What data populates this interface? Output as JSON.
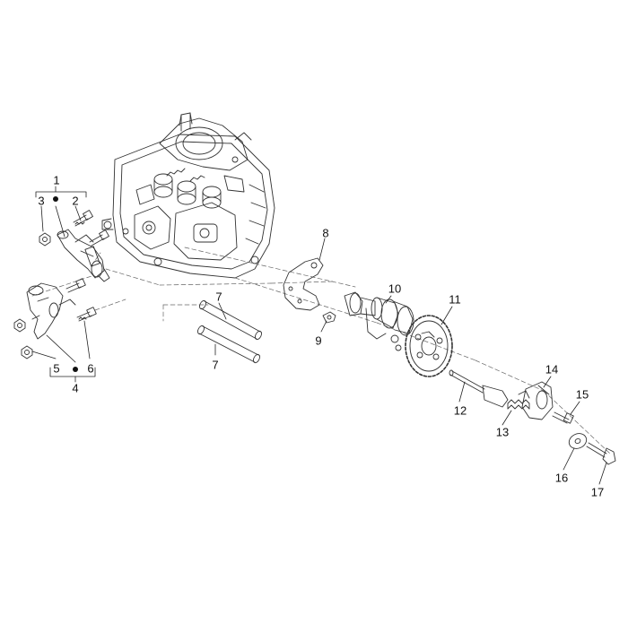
{
  "diagram": {
    "callouts": [
      {
        "id": "c1",
        "text": "1"
      },
      {
        "id": "c2",
        "text": "2"
      },
      {
        "id": "c3",
        "text": "3"
      },
      {
        "id": "c4",
        "text": "4"
      },
      {
        "id": "c5",
        "text": "5"
      },
      {
        "id": "c6",
        "text": "6"
      },
      {
        "id": "c7a",
        "text": "7"
      },
      {
        "id": "c7b",
        "text": "7"
      },
      {
        "id": "c8",
        "text": "8"
      },
      {
        "id": "c9",
        "text": "9"
      },
      {
        "id": "c10",
        "text": "10"
      },
      {
        "id": "c11",
        "text": "11"
      },
      {
        "id": "c12",
        "text": "12"
      },
      {
        "id": "c13",
        "text": "13"
      },
      {
        "id": "c14",
        "text": "14"
      },
      {
        "id": "c15",
        "text": "15"
      },
      {
        "id": "c16",
        "text": "16"
      },
      {
        "id": "c17",
        "text": "17"
      }
    ]
  }
}
